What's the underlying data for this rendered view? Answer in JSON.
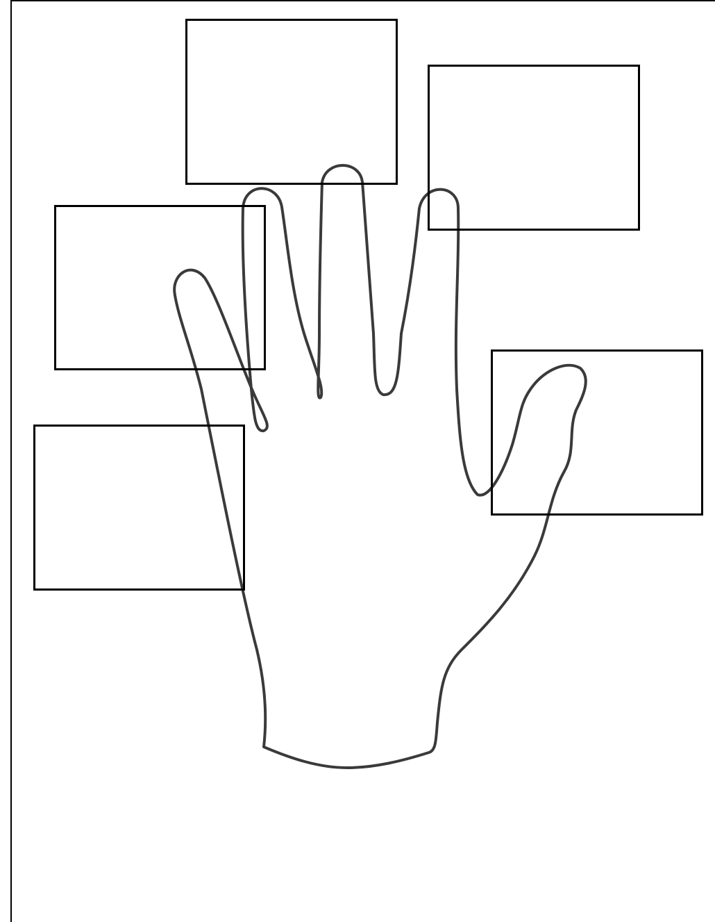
{
  "worksheet": {
    "outline_color": "#3a3a3a",
    "box_border_color": "#000000",
    "background_color": "#ffffff"
  },
  "label_boxes": [
    {
      "finger": "thumb",
      "text": ""
    },
    {
      "finger": "index",
      "text": ""
    },
    {
      "finger": "middle",
      "text": ""
    },
    {
      "finger": "ring",
      "text": ""
    },
    {
      "finger": "little",
      "text": ""
    }
  ]
}
